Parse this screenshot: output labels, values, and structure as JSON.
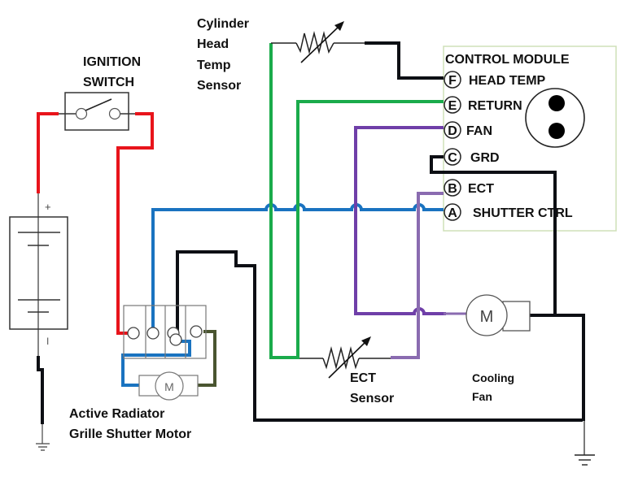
{
  "labels": {
    "ignition_switch": [
      "IGNITION",
      "SWITCH"
    ],
    "cylinder_head_sensor": [
      "Cylinder",
      "Head",
      "Temp",
      "Sensor"
    ],
    "control_module_title": "CONTROL MODULE",
    "ect_sensor": [
      "ECT",
      "Sensor"
    ],
    "cooling_fan": [
      "Cooling",
      "Fan"
    ],
    "shutter_motor": [
      "Active Radiator",
      "Grille Shutter Motor"
    ],
    "battery_plus": "+",
    "battery_minus": "I",
    "motor_symbol": "M"
  },
  "control_module": {
    "pins": [
      {
        "letter": "F",
        "label": "HEAD TEMP"
      },
      {
        "letter": "E",
        "label": "RETURN"
      },
      {
        "letter": "D",
        "label": "FAN"
      },
      {
        "letter": "C",
        "label": "GRD"
      },
      {
        "letter": "B",
        "label": "ECT"
      },
      {
        "letter": "A",
        "label": "SHUTTER CTRL"
      }
    ]
  },
  "wire_colors": {
    "power": "#e8141b",
    "shutter_ctrl": "#1a73c0",
    "return": "#1aab4b",
    "fan": "#6f3fa8",
    "ect": "#8a6bb0",
    "ground": "#0d0f14",
    "motor_return": "#4a5530",
    "module_border": "#cfe0b8"
  }
}
